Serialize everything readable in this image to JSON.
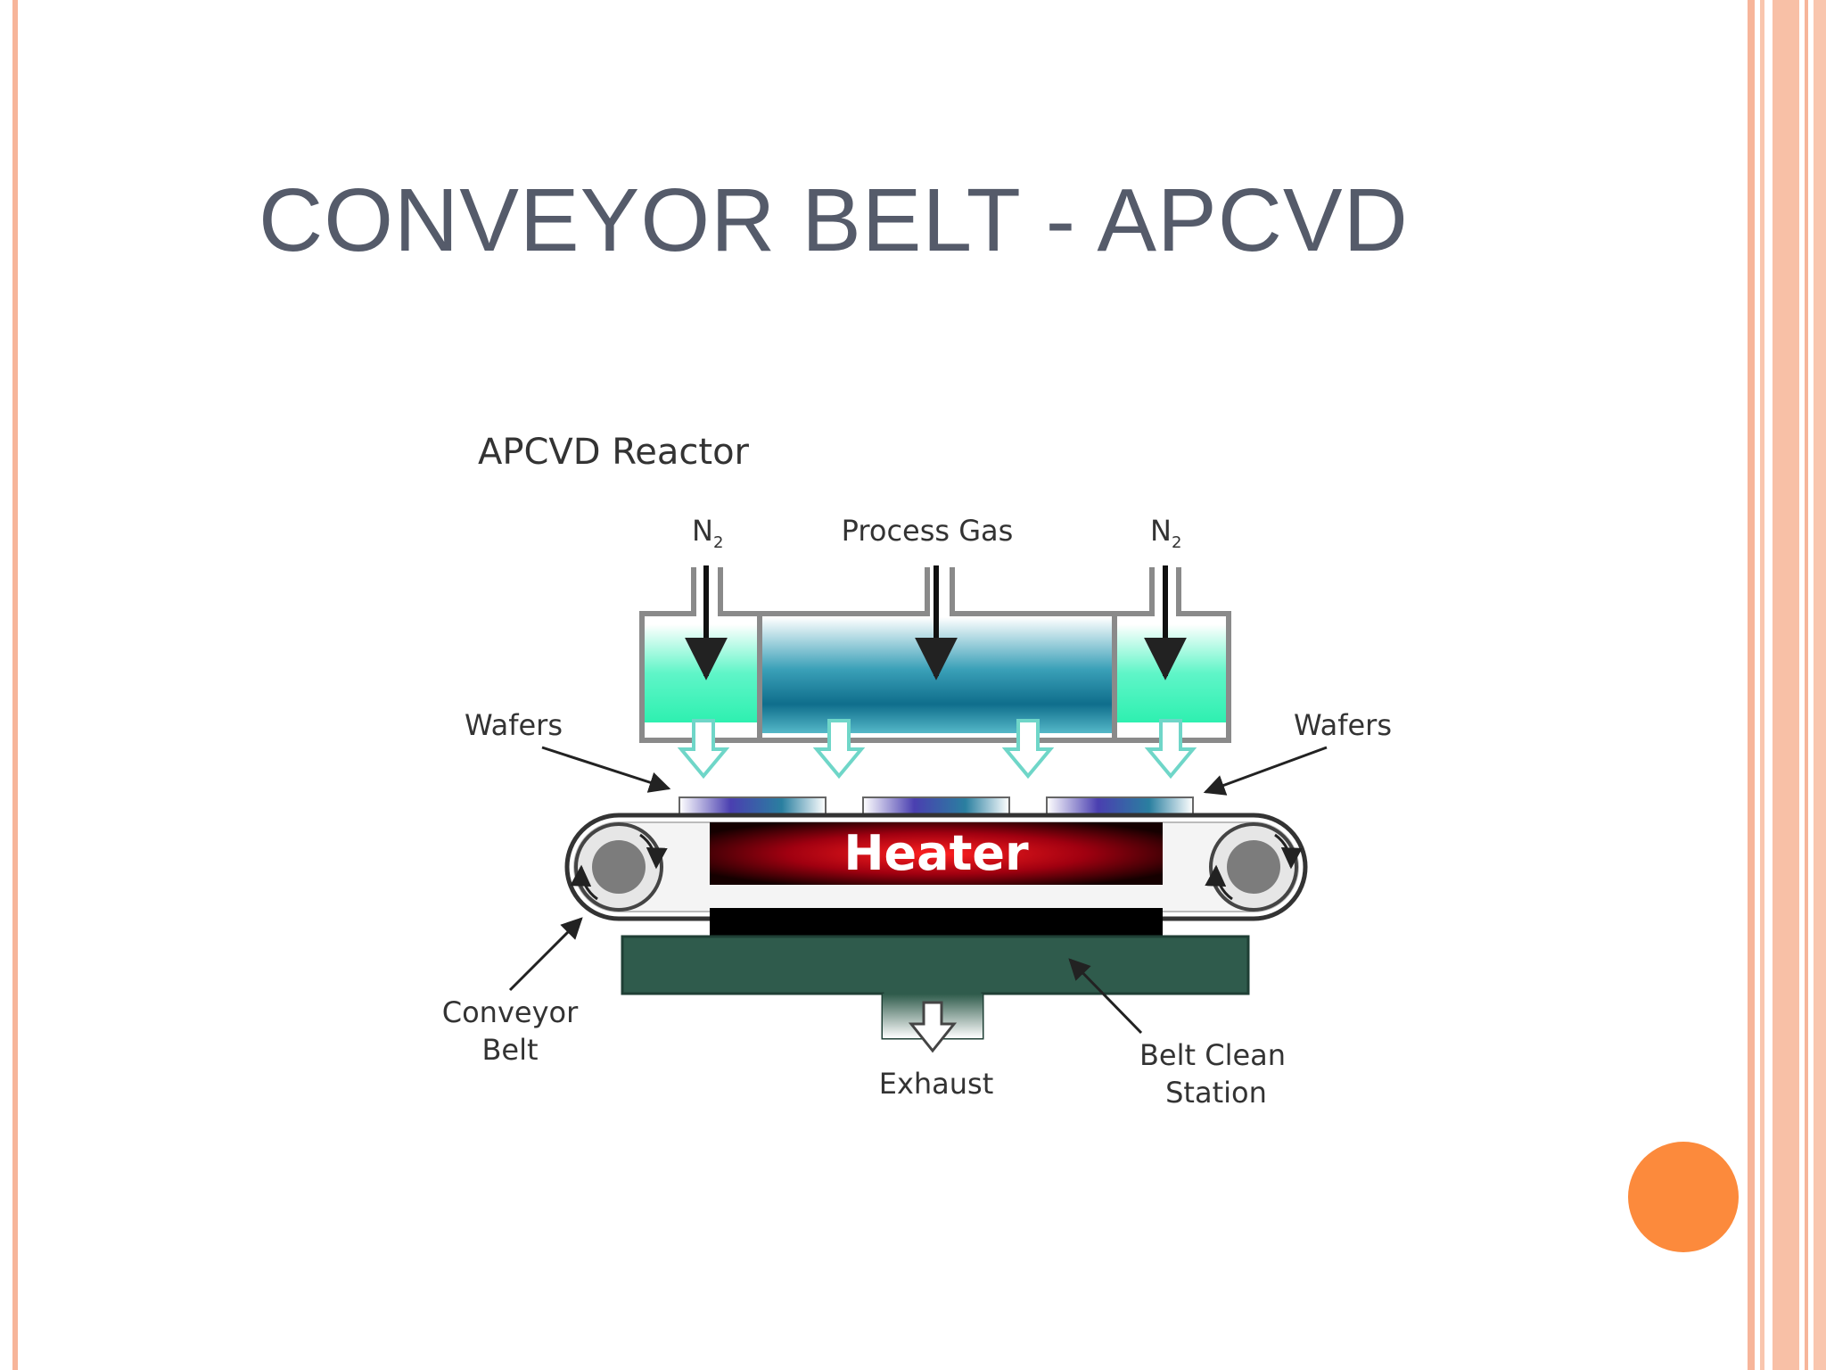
{
  "slide": {
    "title": "CONVEYOR BELT - APCVD",
    "accent_color": "#fc8a3c",
    "frame_color": "#f7b59a"
  },
  "diagram": {
    "title": "APCVD Reactor",
    "n2_left": "N",
    "n2_left_sub": "2",
    "process_gas": "Process Gas",
    "n2_right": "N",
    "n2_right_sub": "2",
    "wafers_left": "Wafers",
    "wafers_right": "Wafers",
    "heater": "Heater",
    "conveyor_belt_line1": "Conveyor",
    "conveyor_belt_line2": "Belt",
    "exhaust": "Exhaust",
    "belt_clean_line1": "Belt Clean",
    "belt_clean_line2": "Station"
  }
}
